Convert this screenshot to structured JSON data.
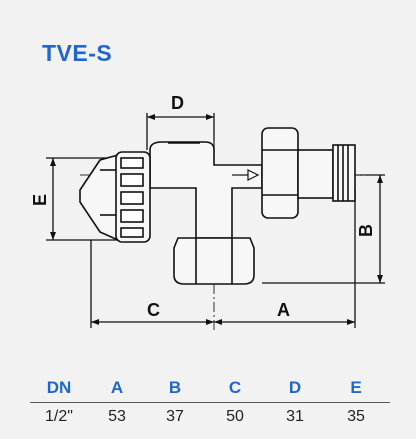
{
  "title": "TVE-S",
  "dimension_letters": {
    "A": "A",
    "B": "B",
    "C": "C",
    "D": "D",
    "E": "E"
  },
  "table": {
    "headers": [
      "DN",
      "A",
      "B",
      "C",
      "D",
      "E"
    ],
    "values": [
      "1/2\"",
      "53",
      "37",
      "50",
      "31",
      "35"
    ]
  }
}
